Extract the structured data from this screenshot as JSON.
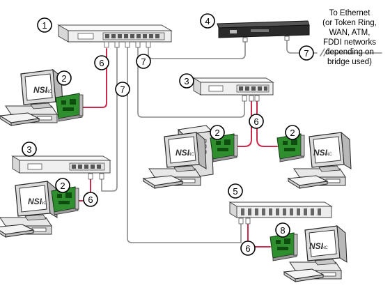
{
  "callouts": {
    "hub_main": "1",
    "nic_top_left": "2",
    "nic_right_a": "2",
    "nic_right_b": "2",
    "nic_bottom_left": "2",
    "hub_right": "3",
    "hub_left": "3",
    "bridge": "4",
    "switch": "5",
    "cable_hub_to_nic": "6",
    "cable_right_pair": "6",
    "cable_bottom_left": "6",
    "cable_bottom_right": "6",
    "cable_bridge": "7",
    "cable_trunk": "7",
    "cable_external": "7",
    "nic_special": "8"
  },
  "network_note": {
    "line1": "To Ethernet",
    "line2": "(or Token Ring,",
    "line3": "WAN, ATM,",
    "line4": "FDDI networks",
    "line5": "depending on",
    "line6": "bridge used)"
  },
  "monitor_logo": "NSI",
  "monitor_logo_suffix": "NC",
  "colors": {
    "cable_gray": "#8a8a8a",
    "cable_red": "#cc2a4a",
    "nic_green": "#2f8f2f",
    "device_light": "#f2f2f2",
    "bridge_dark": "#2a2a2a"
  }
}
